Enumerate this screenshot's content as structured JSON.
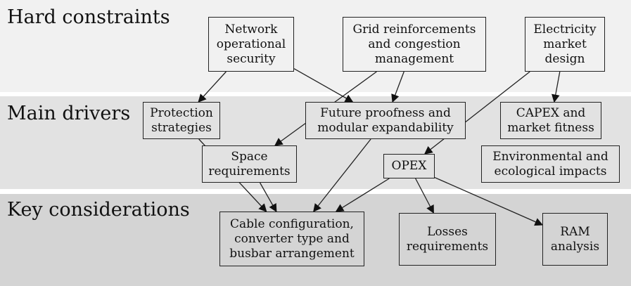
{
  "bands": {
    "hard": "Hard constraints",
    "main": "Main drivers",
    "key": "Key considerations"
  },
  "nodes": {
    "network": "Network\noperational\nsecurity",
    "grid": "Grid reinforcements\nand congestion\nmanagement",
    "market": "Electricity\nmarket\ndesign",
    "protection": "Protection\nstrategies",
    "future": "Future proofness and\nmodular expandability",
    "capex": "CAPEX and\nmarket fitness",
    "space": "Space\nrequirements",
    "opex": "OPEX",
    "env": "Environmental and\necological impacts",
    "cable": "Cable configuration,\nconverter type and\nbusbar arrangement",
    "losses": "Losses\nrequirements",
    "ram": "RAM\nanalysis"
  },
  "edges": [
    {
      "from": "network",
      "to": "protection"
    },
    {
      "from": "network",
      "to": "future"
    },
    {
      "from": "grid",
      "to": "future"
    },
    {
      "from": "grid",
      "to": "space"
    },
    {
      "from": "market",
      "to": "capex"
    },
    {
      "from": "market",
      "to": "opex"
    },
    {
      "from": "protection",
      "to": "cable"
    },
    {
      "from": "space",
      "to": "cable"
    },
    {
      "from": "future",
      "to": "cable"
    },
    {
      "from": "opex",
      "to": "cable"
    },
    {
      "from": "opex",
      "to": "losses"
    },
    {
      "from": "opex",
      "to": "ram"
    }
  ],
  "colors": {
    "band_hard": "#f1f1f1",
    "band_main": "#e2e2e2",
    "band_key": "#d4d4d4",
    "stroke": "#222222"
  }
}
